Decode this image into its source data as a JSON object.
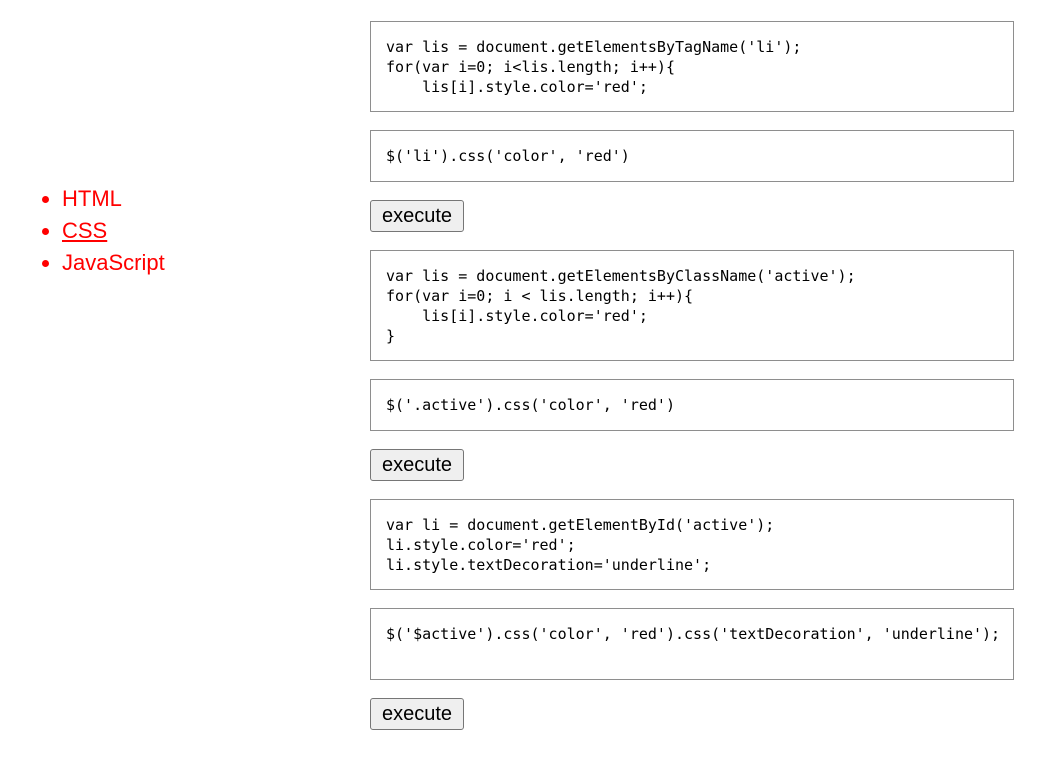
{
  "list": {
    "items": [
      {
        "label": "HTML",
        "active": false
      },
      {
        "label": "CSS",
        "active": true
      },
      {
        "label": "JavaScript",
        "active": false
      }
    ]
  },
  "examples": [
    {
      "js_code": "var lis = document.getElementsByTagName('li');\nfor(var i=0; i<lis.length; i++){\n    lis[i].style.color='red';",
      "jquery_code": "$('li').css('color', 'red')",
      "button_label": "execute"
    },
    {
      "js_code": "var lis = document.getElementsByClassName('active');\nfor(var i=0; i < lis.length; i++){\n    lis[i].style.color='red';\n}",
      "jquery_code": "$('.active').css('color', 'red')",
      "button_label": "execute"
    },
    {
      "js_code": "var li = document.getElementById('active');\nli.style.color='red';\nli.style.textDecoration='underline';",
      "jquery_code": "$('$active').css('color', 'red').css('textDecoration', 'underline');",
      "button_label": "execute"
    }
  ],
  "colors": {
    "list_text": "#ff0000",
    "box_border": "#8e8e8e",
    "button_bg": "#efefef"
  }
}
